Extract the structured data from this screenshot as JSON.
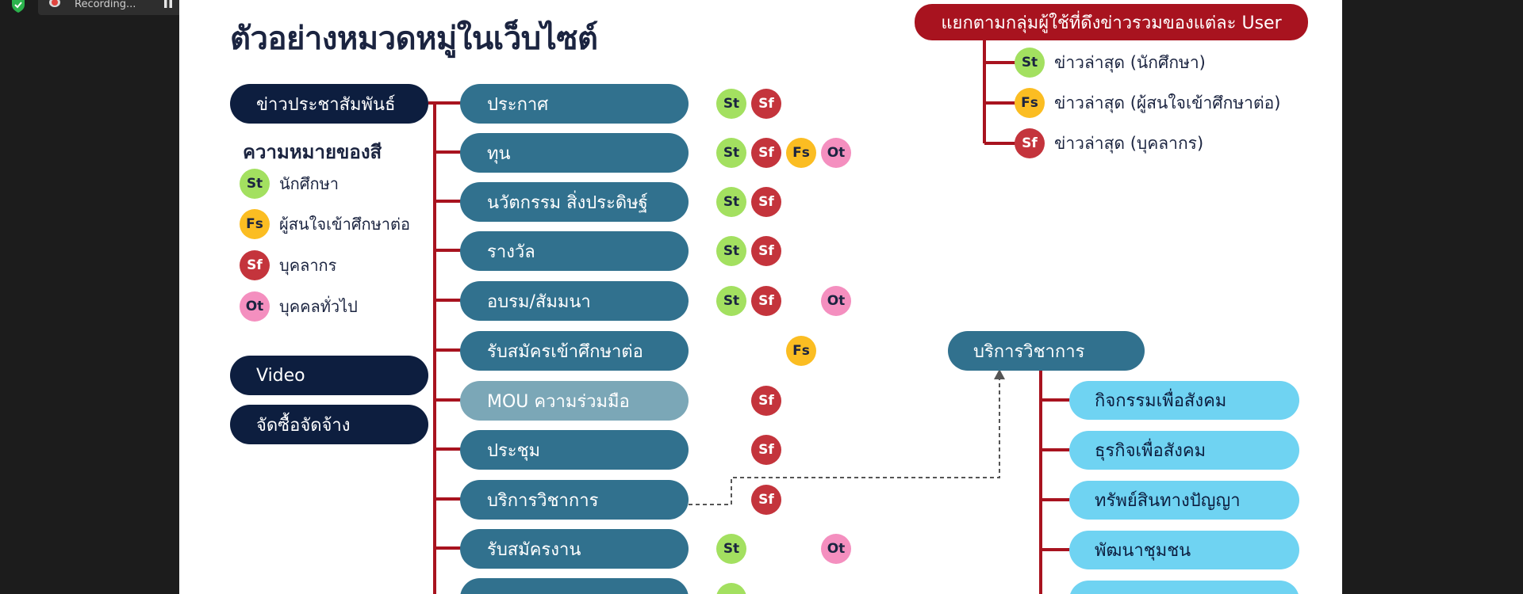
{
  "recording": {
    "label": "Recording..."
  },
  "slide": {
    "title": "ตัวอย่างหมวดหมู่ในเว็บไซต์",
    "left_menu": {
      "pr": "ข่าวประชาสัมพันธ์",
      "video": "Video",
      "procurement": "จัดซื้อจัดจ้าง"
    },
    "legend": {
      "title": "ความหมายของสี",
      "items": [
        {
          "code": "St",
          "label": "นักศึกษา"
        },
        {
          "code": "Fs",
          "label": "ผู้สนใจเข้าศึกษาต่อ"
        },
        {
          "code": "Sf",
          "label": "บุคลากร"
        },
        {
          "code": "Ot",
          "label": "บุคคลทั่วไป"
        }
      ]
    },
    "categories": [
      {
        "label": "ประกาศ",
        "tags": [
          "St",
          "Sf"
        ]
      },
      {
        "label": "ทุน",
        "tags": [
          "St",
          "Sf",
          "Fs",
          "Ot"
        ]
      },
      {
        "label": "นวัตกรรม สิ่งประดิษฐ์",
        "tags": [
          "St",
          "Sf"
        ]
      },
      {
        "label": "รางวัล",
        "tags": [
          "St",
          "Sf"
        ]
      },
      {
        "label": "อบรม/สัมมนา",
        "tags": [
          "St",
          "Sf",
          "Ot"
        ]
      },
      {
        "label": "รับสมัครเข้าศึกษาต่อ",
        "tags": [
          "Fs"
        ]
      },
      {
        "label": "MOU ความร่วมมือ",
        "tags": [
          "Sf"
        ]
      },
      {
        "label": "ประชุม",
        "tags": [
          "Sf"
        ]
      },
      {
        "label": "บริการวิชาการ",
        "tags": [
          "Sf"
        ]
      },
      {
        "label": "รับสมัครงาน",
        "tags": [
          "St",
          "Ot"
        ]
      }
    ],
    "user_groups": {
      "banner": "แยกตามกลุ่มผู้ใช้ที่ดึงข่าวรวมของแต่ละ User",
      "items": [
        {
          "code": "St",
          "label": "ข่าวล่าสุด (นักศึกษา)"
        },
        {
          "code": "Fs",
          "label": "ข่าวล่าสุด (ผู้สนใจเข้าศึกษาต่อ)"
        },
        {
          "code": "Sf",
          "label": "ข่าวล่าสุด (บุคลากร)"
        }
      ]
    },
    "academic_service": {
      "title": "บริการวิชาการ",
      "items": [
        "กิจกรรมเพื่อสังคม",
        "ธุรกิจเพื่อสังคม",
        "ทรัพย์สินทางปัญญา",
        "พัฒนาชุมชน"
      ]
    }
  },
  "colors": {
    "St": "#a3e060",
    "Sf": "#c4343c",
    "Fs": "#fbbd22",
    "Ot": "#f48fbf",
    "navy": "#0d1e3f",
    "teal": "#31718e",
    "sky": "#6fd3f2",
    "banner_red": "#a8131f"
  }
}
